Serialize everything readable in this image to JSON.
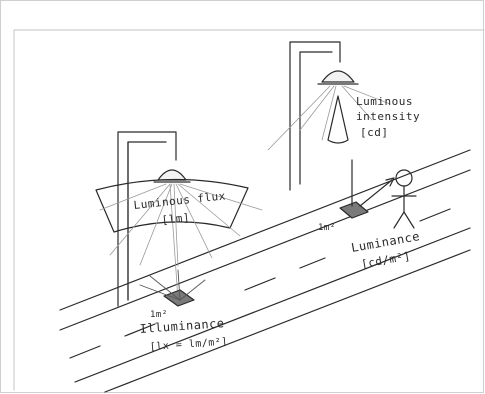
{
  "labels": {
    "luminous_flux": "Luminous flux",
    "luminous_flux_unit": "[lm]",
    "luminous_intensity_1": "Luminous",
    "luminous_intensity_2": "intensity",
    "luminous_intensity_unit": "[cd]",
    "luminance": "Luminance",
    "luminance_unit": "[cd/m²]",
    "illuminance": "Illuminance",
    "illuminance_unit": "[lx = lm/m²]",
    "area_left": "1m²",
    "area_right": "1m²"
  },
  "colors": {
    "ink": "#2a2a2a",
    "light_ray": "#9a9a9a",
    "frame": "#cfcfcf"
  }
}
